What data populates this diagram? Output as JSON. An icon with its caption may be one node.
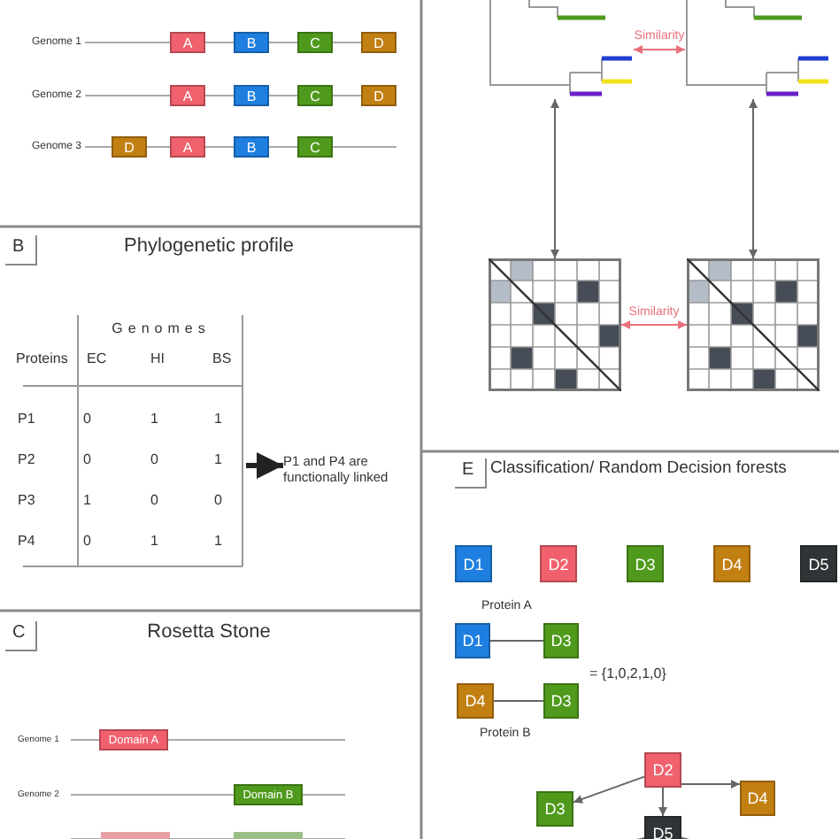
{
  "diagram": {
    "nodes": [
      {
        "text": [
          "A"
        ]
      },
      {
        "text": [
          "B"
        ]
      },
      {
        "text": [
          "C"
        ]
      },
      {
        "text": [
          "D"
        ]
      },
      {
        "text": [
          "A"
        ]
      },
      {
        "text": [
          "B"
        ]
      },
      {
        "text": [
          "C"
        ]
      },
      {
        "text": [
          "D"
        ]
      },
      {
        "text": [
          "D"
        ]
      },
      {
        "text": [
          "A"
        ]
      },
      {
        "text": [
          "B"
        ]
      },
      {
        "text": [
          "C"
        ]
      },
      {
        "text": [],
        "shape": "tree"
      },
      {
        "text": [],
        "shape": "tree"
      },
      {
        "text": [],
        "shape": "grid"
      },
      {
        "text": [],
        "shape": "grid"
      },
      {
        "text": [
          "P1 and P4 are functionally linked"
        ]
      },
      {
        "text": [
          "Domain A"
        ]
      },
      {
        "text": [
          "Domain B"
        ]
      },
      {
        "text": [],
        "shape": "box"
      },
      {
        "text": [],
        "shape": "box"
      },
      {
        "text": [
          "D1"
        ]
      },
      {
        "text": [
          "D2"
        ]
      },
      {
        "text": [
          "D3"
        ]
      },
      {
        "text": [
          "D4"
        ]
      },
      {
        "text": [
          "D5"
        ]
      },
      {
        "text": [
          "D1"
        ]
      },
      {
        "text": [
          "D3"
        ]
      },
      {
        "text": [
          "D4"
        ]
      },
      {
        "text": [
          "D3"
        ]
      },
      {
        "text": [
          "D2"
        ]
      },
      {
        "text": [
          "D3"
        ]
      },
      {
        "text": [
          "D4"
        ]
      },
      {
        "text": [
          "D5"
        ]
      }
    ],
    "edges": [
      {
        "from": 12,
        "to": 13,
        "arrow": "both",
        "label": "Similarity",
        "color": "#e8707a"
      },
      {
        "from": 12,
        "to": 14,
        "arrow": "both"
      },
      {
        "from": 13,
        "to": 15,
        "arrow": "both"
      },
      {
        "from": 14,
        "to": 15,
        "arrow": "both",
        "label": "Similarity",
        "color": "#e8707a"
      },
      {
        "from": null,
        "to": 16,
        "arrow": "to",
        "style": "thick",
        "color": "#222222"
      },
      {
        "from": 26,
        "to": 27,
        "arrow": "none"
      },
      {
        "from": 28,
        "to": 29,
        "arrow": "none"
      },
      {
        "from": 30,
        "to": 31,
        "arrow": "to"
      },
      {
        "from": 30,
        "to": 33,
        "arrow": "to"
      },
      {
        "from": 30,
        "to": 32,
        "arrow": "to"
      },
      {
        "from": 33,
        "to": null,
        "arrow": "none"
      },
      {
        "from": 33,
        "to": null,
        "arrow": "none"
      }
    ],
    "labels": [
      "Genome 1",
      "Genome 2",
      "Genome 3",
      "B",
      "Phylogenetic profile",
      "Genomes",
      "Proteins",
      "EC",
      "HI",
      "BS",
      "P1",
      "0",
      "1",
      "1",
      "P2",
      "0",
      "0",
      "1",
      "P3",
      "1",
      "0",
      "0",
      "P4",
      "0",
      "1",
      "1",
      "C",
      "Rosetta Stone",
      "Genome 1",
      "Genome 2",
      "E",
      "Classification/ Random Decision forests",
      "Protein A",
      "= {1,0,2,1,0}",
      "Protein B"
    ]
  }
}
